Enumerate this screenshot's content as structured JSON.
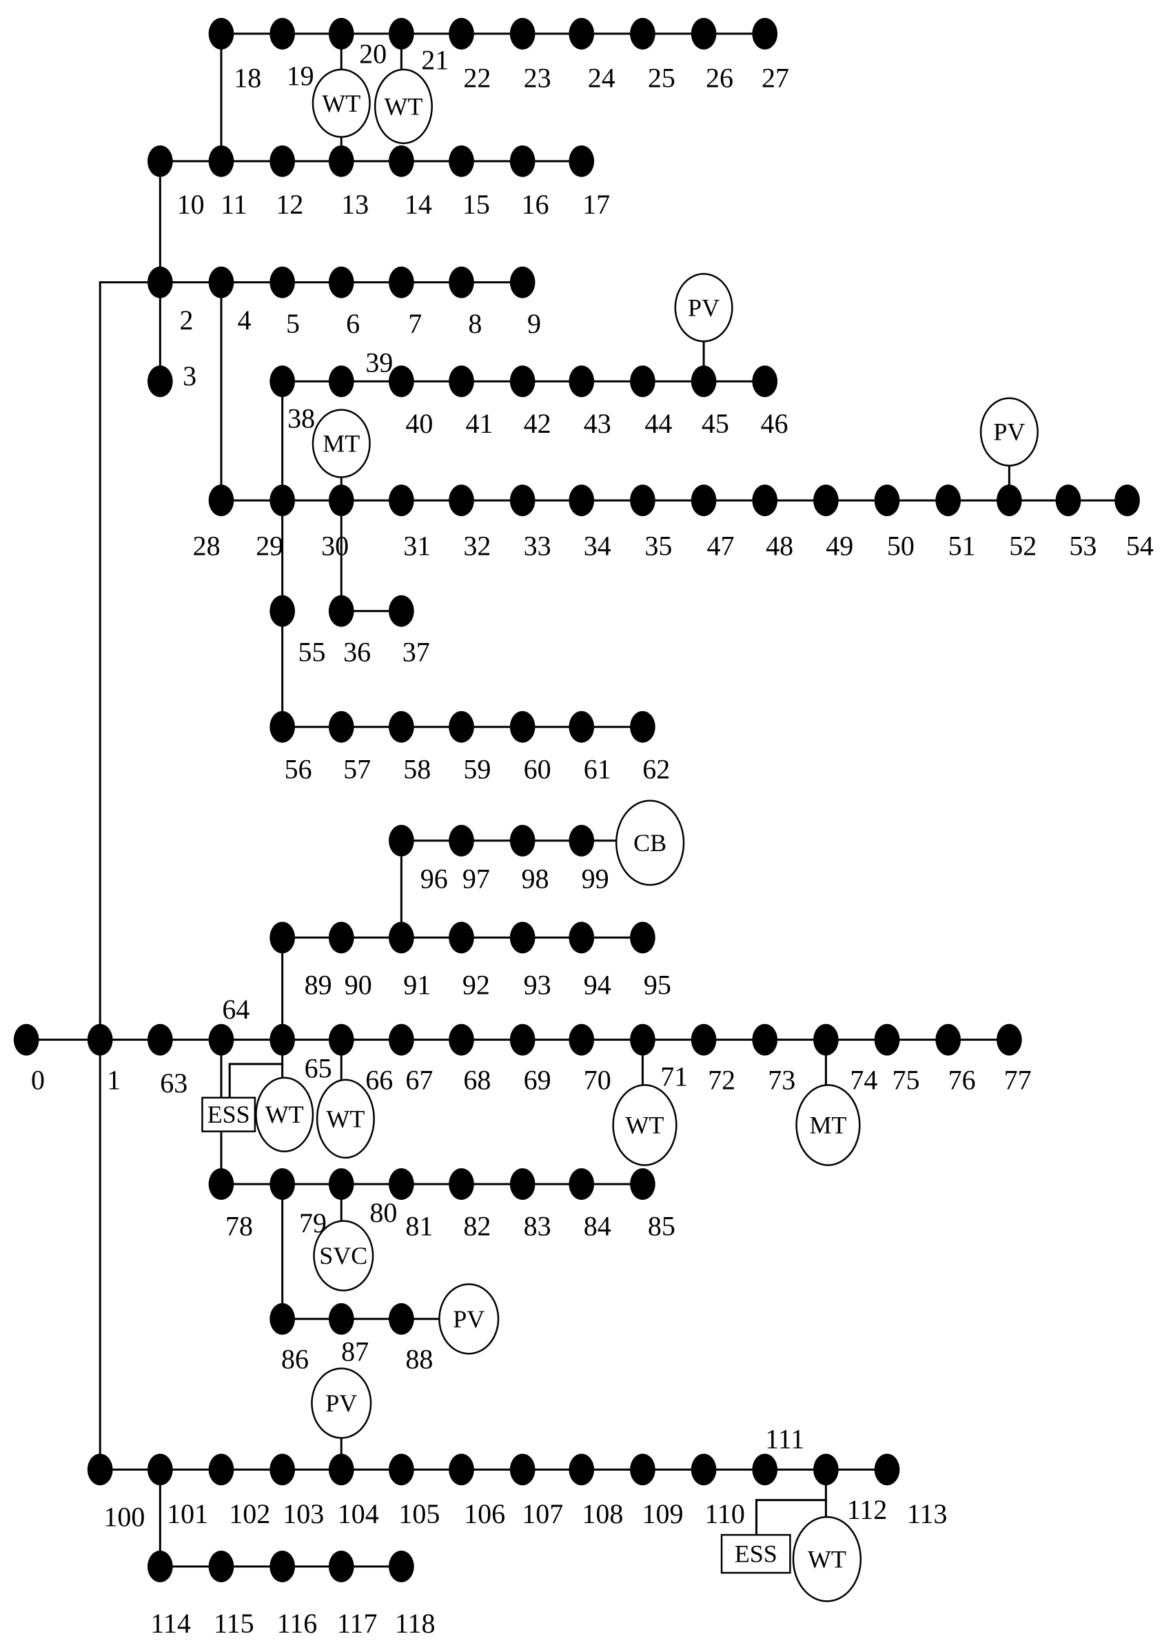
{
  "buses": [
    "0",
    "1",
    "2",
    "3",
    "4",
    "5",
    "6",
    "7",
    "8",
    "9",
    "10",
    "11",
    "12",
    "13",
    "14",
    "15",
    "16",
    "17",
    "18",
    "19",
    "20",
    "21",
    "22",
    "23",
    "24",
    "25",
    "26",
    "27",
    "28",
    "29",
    "30",
    "31",
    "32",
    "33",
    "34",
    "35",
    "36",
    "37",
    "38",
    "39",
    "40",
    "41",
    "42",
    "43",
    "44",
    "45",
    "46",
    "47",
    "48",
    "49",
    "50",
    "51",
    "52",
    "53",
    "54",
    "55",
    "56",
    "57",
    "58",
    "59",
    "60",
    "61",
    "62",
    "63",
    "64",
    "65",
    "66",
    "67",
    "68",
    "69",
    "70",
    "71",
    "72",
    "73",
    "74",
    "75",
    "76",
    "77",
    "78",
    "79",
    "80",
    "81",
    "82",
    "83",
    "84",
    "85",
    "86",
    "87",
    "88",
    "89",
    "90",
    "91",
    "92",
    "93",
    "94",
    "95",
    "96",
    "97",
    "98",
    "99",
    "100",
    "101",
    "102",
    "103",
    "104",
    "105",
    "106",
    "107",
    "108",
    "109",
    "110",
    "111",
    "112",
    "113",
    "114",
    "115",
    "116",
    "117",
    "118"
  ],
  "devices": [
    {
      "id": "wt-20",
      "label": "WT",
      "bus": "20"
    },
    {
      "id": "wt-21",
      "label": "WT",
      "bus": "21"
    },
    {
      "id": "pv-45",
      "label": "PV",
      "bus": "45"
    },
    {
      "id": "mt-30",
      "label": "MT",
      "bus": "30"
    },
    {
      "id": "pv-52",
      "label": "PV",
      "bus": "52"
    },
    {
      "id": "cb-99",
      "label": "CB",
      "bus": "99"
    },
    {
      "id": "ess-64",
      "label": "ESS",
      "bus": "64"
    },
    {
      "id": "wt-65a",
      "label": "WT",
      "bus": "65"
    },
    {
      "id": "wt-65b",
      "label": "WT",
      "bus": "66"
    },
    {
      "id": "wt-71",
      "label": "WT",
      "bus": "71"
    },
    {
      "id": "mt-74",
      "label": "MT",
      "bus": "74"
    },
    {
      "id": "svc-80",
      "label": "SVC",
      "bus": "80"
    },
    {
      "id": "pv-88",
      "label": "PV",
      "bus": "88"
    },
    {
      "id": "pv-104",
      "label": "PV",
      "bus": "104"
    },
    {
      "id": "ess-112",
      "label": "ESS",
      "bus": "112"
    },
    {
      "id": "wt-112",
      "label": "WT",
      "bus": "112"
    }
  ]
}
